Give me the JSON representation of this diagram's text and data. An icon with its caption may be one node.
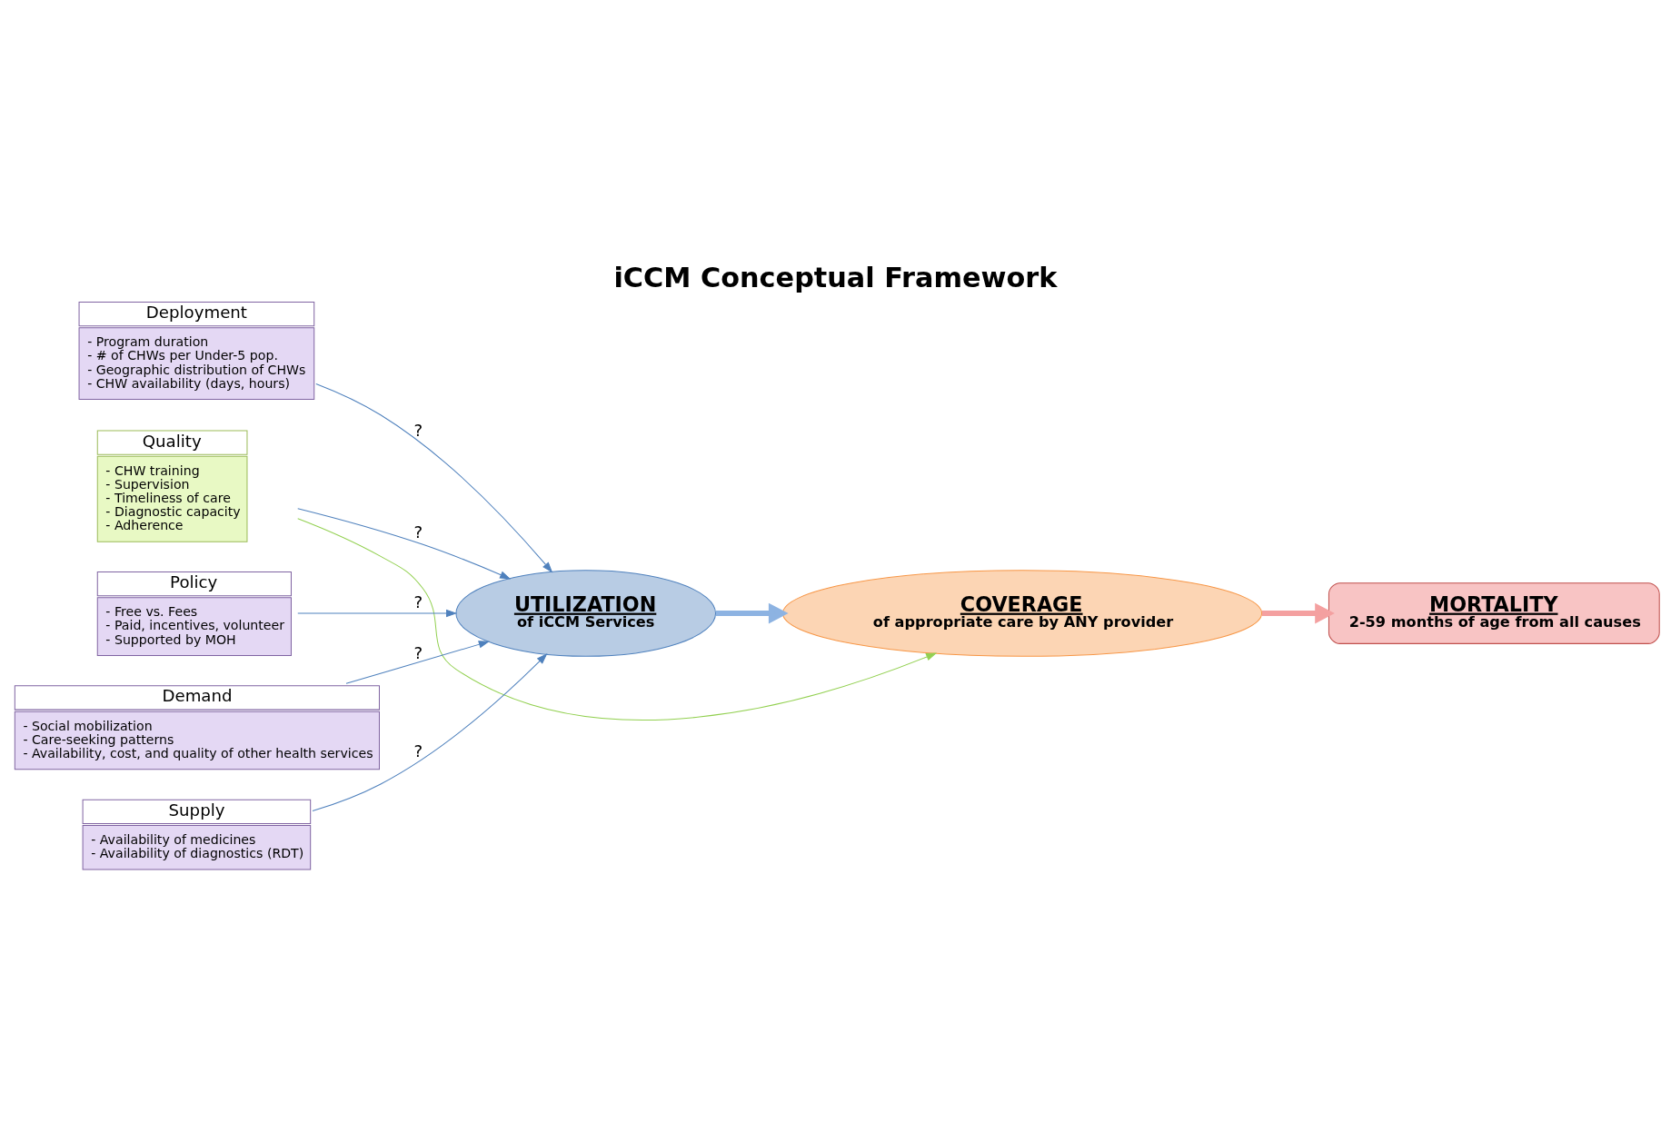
{
  "diagram": {
    "title": "iCCM Conceptual Framework",
    "nodes": [
      {
        "text": [
          "Deployment",
          "- Program duration",
          "- # of CHWs per Under-5 pop.",
          "- Geographic distribution of CHWs",
          "- CHW availability (days, hours)"
        ]
      },
      {
        "text": [
          "Quality",
          "- CHW training",
          "- Supervision",
          "- Timeliness of care",
          "- Diagnostic capacity",
          "- Adherence"
        ]
      },
      {
        "text": [
          "Policy",
          "- Free vs. Fees",
          "- Paid, incentives, volunteer",
          "- Supported by MOH"
        ]
      },
      {
        "text": [
          "Demand",
          "- Social mobilization",
          "- Care-seeking patterns",
          "- Availability, cost, and quality of other health services"
        ]
      },
      {
        "text": [
          "Supply",
          "- Availability of medicines",
          "- Availability of diagnostics (RDT)"
        ]
      },
      {
        "text": [
          "UTILIZATION",
          "of iCCM Services"
        ]
      },
      {
        "text": [
          "COVERAGE",
          "of appropriate care by ANY provider"
        ]
      },
      {
        "text": [
          "MORTALITY",
          "2-59 months of age from all causes"
        ]
      }
    ],
    "edges": [
      {
        "from": 0,
        "to": 5,
        "arrow": "to",
        "label": "?"
      },
      {
        "from": 1,
        "to": 5,
        "arrow": "to",
        "label": "?"
      },
      {
        "from": 1,
        "to": 6,
        "arrow": "to",
        "color": "#92d050"
      },
      {
        "from": 2,
        "to": 5,
        "arrow": "to",
        "label": "?"
      },
      {
        "from": 3,
        "to": 5,
        "arrow": "to",
        "label": "?"
      },
      {
        "from": 4,
        "to": 5,
        "arrow": "to",
        "label": "?"
      },
      {
        "from": 5,
        "to": 6,
        "arrow": "to",
        "style": "thick",
        "color": "#8db3e2"
      },
      {
        "from": 6,
        "to": 7,
        "arrow": "to",
        "style": "thick",
        "color": "#f4a0a0"
      }
    ]
  }
}
